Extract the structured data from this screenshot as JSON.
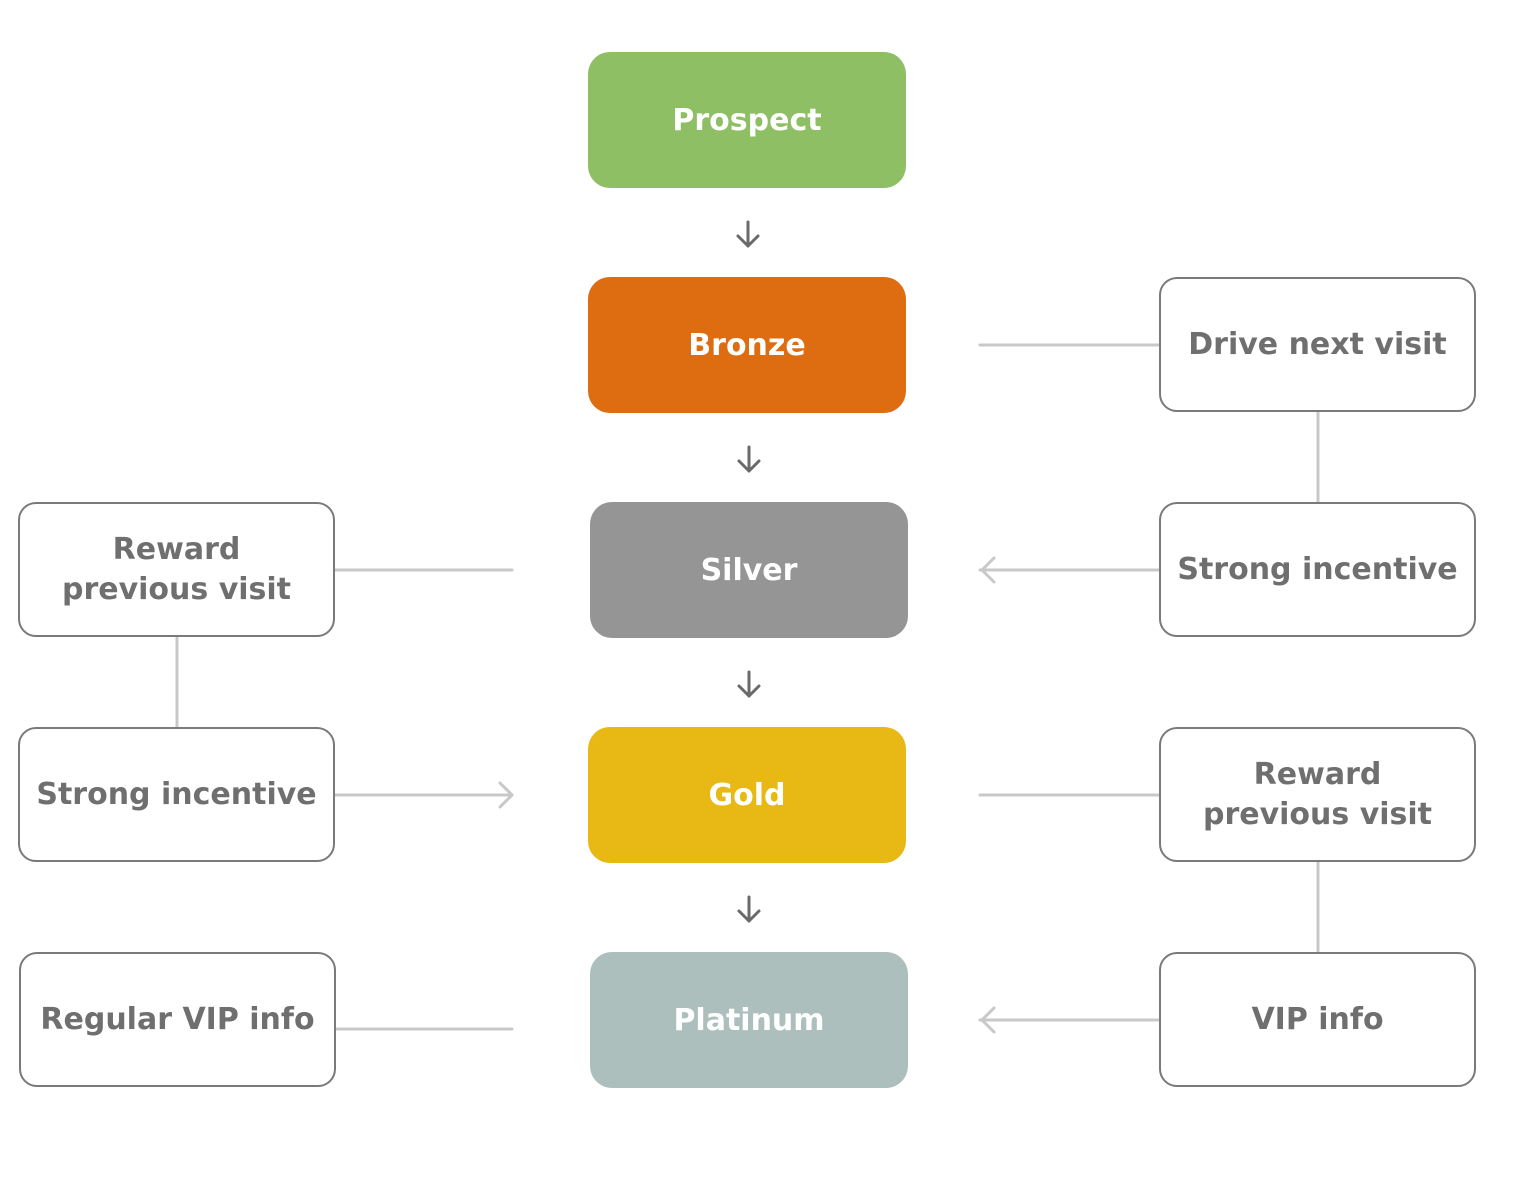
{
  "colors": {
    "prospect": "#8fbf65",
    "bronze": "#dd6d10",
    "silver": "#949594",
    "gold": "#e8b914",
    "platinum": "#acbfbc",
    "box_border": "#7a7a7a",
    "box_text": "#6f6f6f",
    "connector": "#c8c8c8",
    "arrow": "#6a6a6a"
  },
  "tiers": {
    "prospect": "Prospect",
    "bronze": "Bronze",
    "silver": "Silver",
    "gold": "Gold",
    "platinum": "Platinum"
  },
  "actions": {
    "silver_left": [
      "Reward",
      "previous visit"
    ],
    "gold_left": "Strong incentive",
    "platinum_left": "Regular VIP info",
    "bronze_right": "Drive next visit",
    "silver_right": "Strong incentive",
    "gold_right": [
      "Reward",
      "previous visit"
    ],
    "platinum_right": "VIP info"
  },
  "icons": {
    "flow_arrow": "arrow-down-icon"
  }
}
